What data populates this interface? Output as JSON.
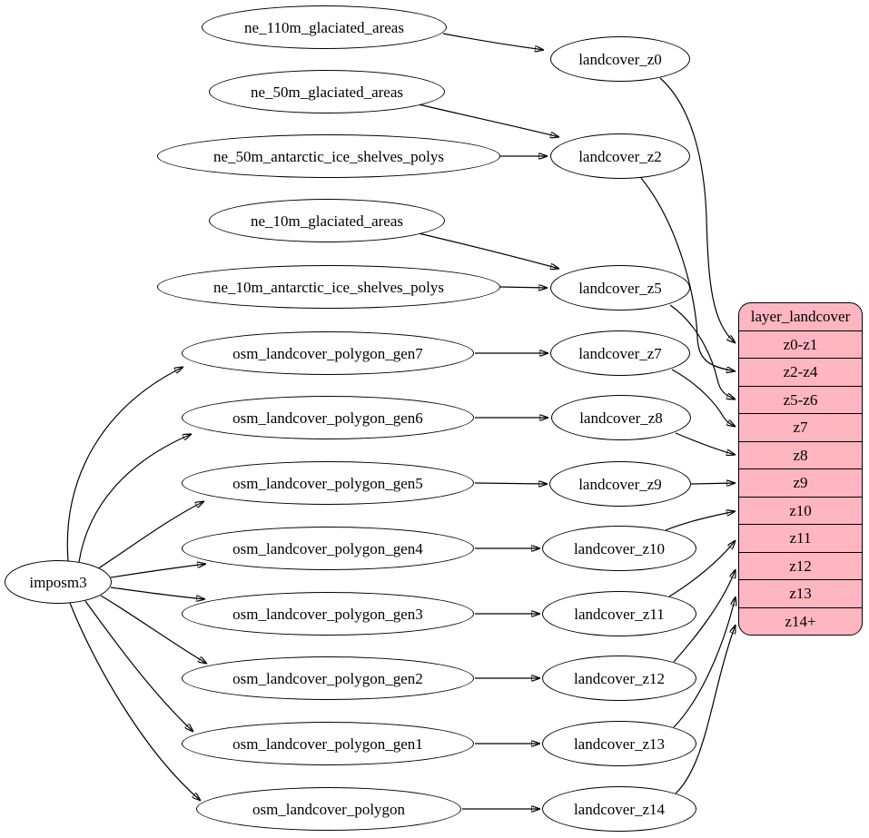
{
  "diagram": {
    "type": "graphviz-digraph",
    "background_color": "#ffffff",
    "node_fill_color": "#ffffff",
    "node_border_color": "#000000",
    "edge_color": "#000000",
    "nodes": {
      "imposm3": "imposm3",
      "ne_110m_glaciated_areas": "ne_110m_glaciated_areas",
      "ne_50m_glaciated_areas": "ne_50m_glaciated_areas",
      "ne_50m_antarctic_ice_shelves_polys": "ne_50m_antarctic_ice_shelves_polys",
      "ne_10m_glaciated_areas": "ne_10m_glaciated_areas",
      "ne_10m_antarctic_ice_shelves_polys": "ne_10m_antarctic_ice_shelves_polys",
      "osm_landcover_polygon_gen7": "osm_landcover_polygon_gen7",
      "osm_landcover_polygon_gen6": "osm_landcover_polygon_gen6",
      "osm_landcover_polygon_gen5": "osm_landcover_polygon_gen5",
      "osm_landcover_polygon_gen4": "osm_landcover_polygon_gen4",
      "osm_landcover_polygon_gen3": "osm_landcover_polygon_gen3",
      "osm_landcover_polygon_gen2": "osm_landcover_polygon_gen2",
      "osm_landcover_polygon_gen1": "osm_landcover_polygon_gen1",
      "osm_landcover_polygon": "osm_landcover_polygon",
      "landcover_z0": "landcover_z0",
      "landcover_z2": "landcover_z2",
      "landcover_z5": "landcover_z5",
      "landcover_z7": "landcover_z7",
      "landcover_z8": "landcover_z8",
      "landcover_z9": "landcover_z9",
      "landcover_z10": "landcover_z10",
      "landcover_z11": "landcover_z11",
      "landcover_z12": "landcover_z12",
      "landcover_z13": "landcover_z13",
      "landcover_z14": "landcover_z14"
    },
    "table": {
      "title": "layer_landcover",
      "rows": [
        "z0-z1",
        "z2-z4",
        "z5-z6",
        "z7",
        "z8",
        "z9",
        "z10",
        "z11",
        "z12",
        "z13",
        "z14+"
      ],
      "fill_color": "#ffb6c1",
      "border_color": "#000000"
    },
    "edges": [
      {
        "from": "ne_110m_glaciated_areas",
        "to": "landcover_z0"
      },
      {
        "from": "ne_50m_glaciated_areas",
        "to": "landcover_z2"
      },
      {
        "from": "ne_50m_antarctic_ice_shelves_polys",
        "to": "landcover_z2"
      },
      {
        "from": "ne_10m_glaciated_areas",
        "to": "landcover_z5"
      },
      {
        "from": "ne_10m_antarctic_ice_shelves_polys",
        "to": "landcover_z5"
      },
      {
        "from": "imposm3",
        "to": "osm_landcover_polygon_gen7"
      },
      {
        "from": "imposm3",
        "to": "osm_landcover_polygon_gen6"
      },
      {
        "from": "imposm3",
        "to": "osm_landcover_polygon_gen5"
      },
      {
        "from": "imposm3",
        "to": "osm_landcover_polygon_gen4"
      },
      {
        "from": "imposm3",
        "to": "osm_landcover_polygon_gen3"
      },
      {
        "from": "imposm3",
        "to": "osm_landcover_polygon_gen2"
      },
      {
        "from": "imposm3",
        "to": "osm_landcover_polygon_gen1"
      },
      {
        "from": "imposm3",
        "to": "osm_landcover_polygon"
      },
      {
        "from": "osm_landcover_polygon_gen7",
        "to": "landcover_z7"
      },
      {
        "from": "osm_landcover_polygon_gen6",
        "to": "landcover_z8"
      },
      {
        "from": "osm_landcover_polygon_gen5",
        "to": "landcover_z9"
      },
      {
        "from": "osm_landcover_polygon_gen4",
        "to": "landcover_z10"
      },
      {
        "from": "osm_landcover_polygon_gen3",
        "to": "landcover_z11"
      },
      {
        "from": "osm_landcover_polygon_gen2",
        "to": "landcover_z12"
      },
      {
        "from": "osm_landcover_polygon_gen1",
        "to": "landcover_z13"
      },
      {
        "from": "osm_landcover_polygon",
        "to": "landcover_z14"
      },
      {
        "from": "landcover_z0",
        "to": "layer_landcover.z0-z1"
      },
      {
        "from": "landcover_z2",
        "to": "layer_landcover.z2-z4"
      },
      {
        "from": "landcover_z5",
        "to": "layer_landcover.z5-z6"
      },
      {
        "from": "landcover_z7",
        "to": "layer_landcover.z7"
      },
      {
        "from": "landcover_z8",
        "to": "layer_landcover.z8"
      },
      {
        "from": "landcover_z9",
        "to": "layer_landcover.z9"
      },
      {
        "from": "landcover_z10",
        "to": "layer_landcover.z10"
      },
      {
        "from": "landcover_z11",
        "to": "layer_landcover.z11"
      },
      {
        "from": "landcover_z12",
        "to": "layer_landcover.z12"
      },
      {
        "from": "landcover_z13",
        "to": "layer_landcover.z13"
      },
      {
        "from": "landcover_z14",
        "to": "layer_landcover.z14+"
      }
    ]
  }
}
